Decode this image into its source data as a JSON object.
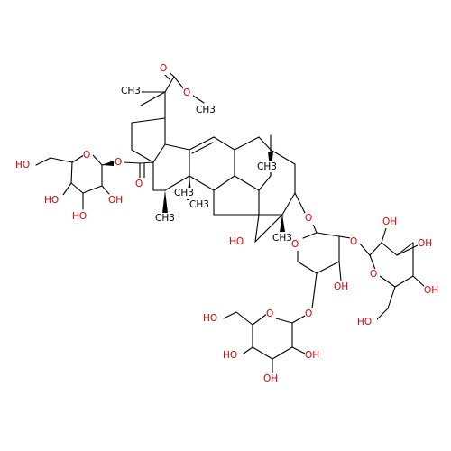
{
  "diagram": {
    "type": "chemical-structure",
    "colors": {
      "bond": "#000000",
      "oxygen": "#e00000",
      "carbon_label": "#000000",
      "background": "#ffffff"
    },
    "labels": {
      "ester_carbonyl_o": "O",
      "ester_o": "O",
      "ester_me": "CH3",
      "quat_me_top": "CH3",
      "c28_carbonyl_o": "O",
      "c28_ester_o": "O",
      "glc1_ring_o": "O",
      "glc1_ch2oh": "HO",
      "glc1_oh4": "HO",
      "glc1_oh3": "HO",
      "glc1_oh2": "OH",
      "me_c14": "CH3",
      "me_c8": "CH3",
      "me_c10": "CH3",
      "me_c4": "CH3",
      "me_c13": "CH3",
      "c24_ch2oh": "HO",
      "c3_o": "O",
      "ara_ring_o": "O",
      "ara_oh3": "OH",
      "ara_o2": "O",
      "ara_o4": "O",
      "glc2_ring_o": "O",
      "glc2_oh2": "OH",
      "glc2_oh3": "OH",
      "glc2_oh4": "OH",
      "glc2_ch2oh": "HO",
      "glc3_ring_o": "O",
      "glc3_ch2oh": "HO",
      "glc3_oh4": "HO",
      "glc3_oh3": "OH",
      "glc3_oh2": "OH"
    }
  }
}
